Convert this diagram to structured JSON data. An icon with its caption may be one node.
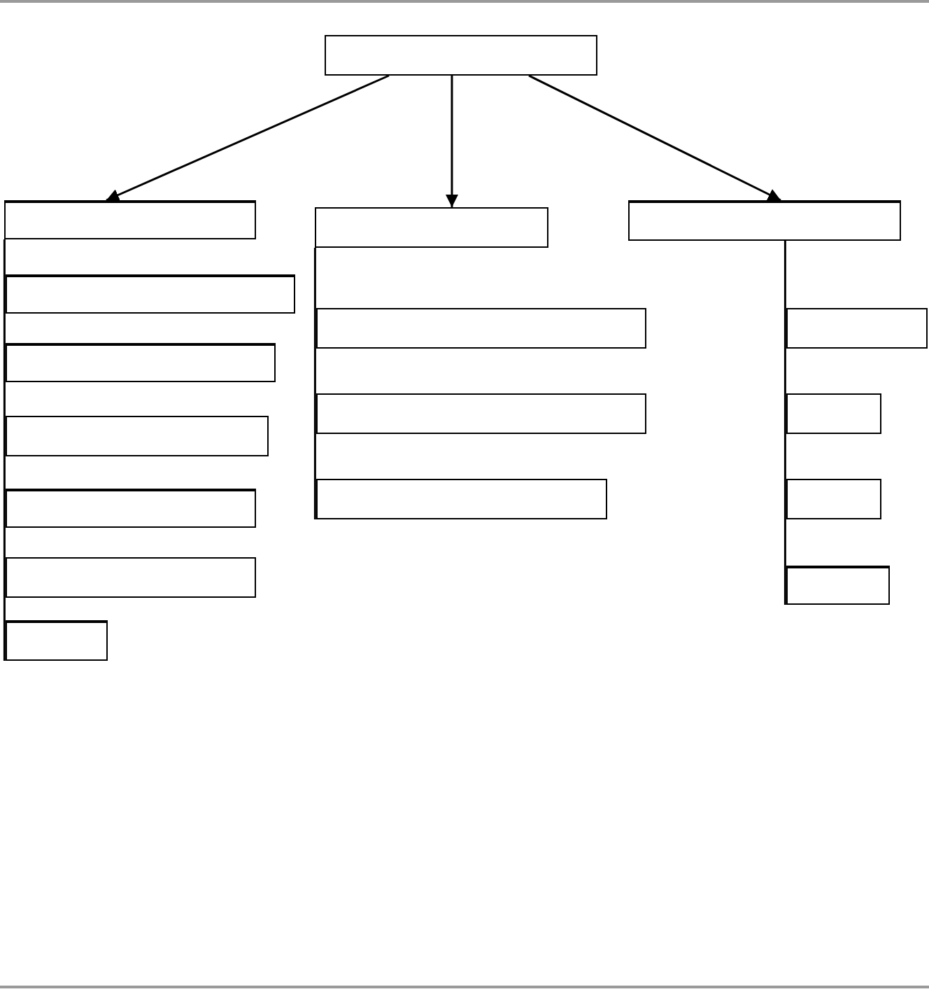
{
  "diagram": {
    "nodes": [
      {
        "text": [],
        "shape": "box"
      },
      {
        "text": [],
        "shape": "box"
      },
      {
        "text": [],
        "shape": "box"
      },
      {
        "text": [],
        "shape": "box"
      },
      {
        "text": [],
        "shape": "box"
      },
      {
        "text": [],
        "shape": "box"
      },
      {
        "text": [],
        "shape": "box"
      },
      {
        "text": [],
        "shape": "box"
      },
      {
        "text": [],
        "shape": "box"
      },
      {
        "text": [],
        "shape": "box"
      },
      {
        "text": [],
        "shape": "box"
      },
      {
        "text": [],
        "shape": "box"
      },
      {
        "text": [],
        "shape": "box"
      },
      {
        "text": [],
        "shape": "box"
      },
      {
        "text": [],
        "shape": "box"
      },
      {
        "text": [],
        "shape": "box"
      },
      {
        "text": [],
        "shape": "box"
      }
    ],
    "edges": [
      {
        "from": 0,
        "to": 1,
        "arrow": "to"
      },
      {
        "from": 0,
        "to": 2,
        "arrow": "to"
      },
      {
        "from": 0,
        "to": 3,
        "arrow": "to"
      },
      {
        "from": 1,
        "to": 4,
        "arrow": "none"
      },
      {
        "from": 1,
        "to": 5,
        "arrow": "none"
      },
      {
        "from": 1,
        "to": 6,
        "arrow": "none"
      },
      {
        "from": 1,
        "to": 7,
        "arrow": "none"
      },
      {
        "from": 1,
        "to": 8,
        "arrow": "none"
      },
      {
        "from": 1,
        "to": 9,
        "arrow": "none"
      },
      {
        "from": 2,
        "to": 10,
        "arrow": "none"
      },
      {
        "from": 2,
        "to": 11,
        "arrow": "none"
      },
      {
        "from": 2,
        "to": 12,
        "arrow": "none"
      },
      {
        "from": 3,
        "to": 13,
        "arrow": "none"
      },
      {
        "from": 3,
        "to": 14,
        "arrow": "none"
      },
      {
        "from": 3,
        "to": 15,
        "arrow": "none"
      },
      {
        "from": 3,
        "to": 16,
        "arrow": "none"
      }
    ]
  }
}
